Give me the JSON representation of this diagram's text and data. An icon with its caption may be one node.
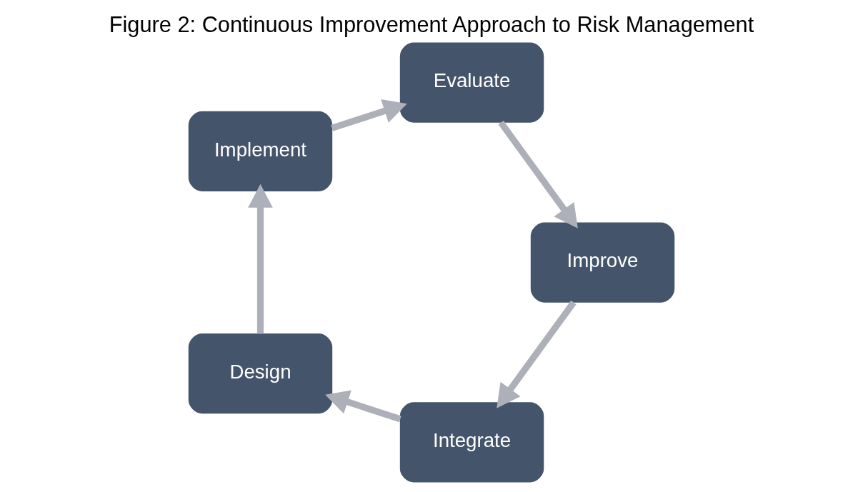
{
  "diagram": {
    "title": "Figure 2: Continuous Improvement Approach to Risk Management",
    "nodes": [
      {
        "text": [
          "Integrate"
        ]
      },
      {
        "text": [
          "Design"
        ]
      },
      {
        "text": [
          "Implement"
        ]
      },
      {
        "text": [
          "Evaluate"
        ]
      },
      {
        "text": [
          "Improve"
        ]
      }
    ],
    "edges": [
      {
        "from": 0,
        "to": 1,
        "arrow": "to"
      },
      {
        "from": 1,
        "to": 2,
        "arrow": "to"
      },
      {
        "from": 2,
        "to": 3,
        "arrow": "to"
      },
      {
        "from": 3,
        "to": 4,
        "arrow": "to"
      },
      {
        "from": 4,
        "to": 0,
        "arrow": "to"
      }
    ]
  }
}
